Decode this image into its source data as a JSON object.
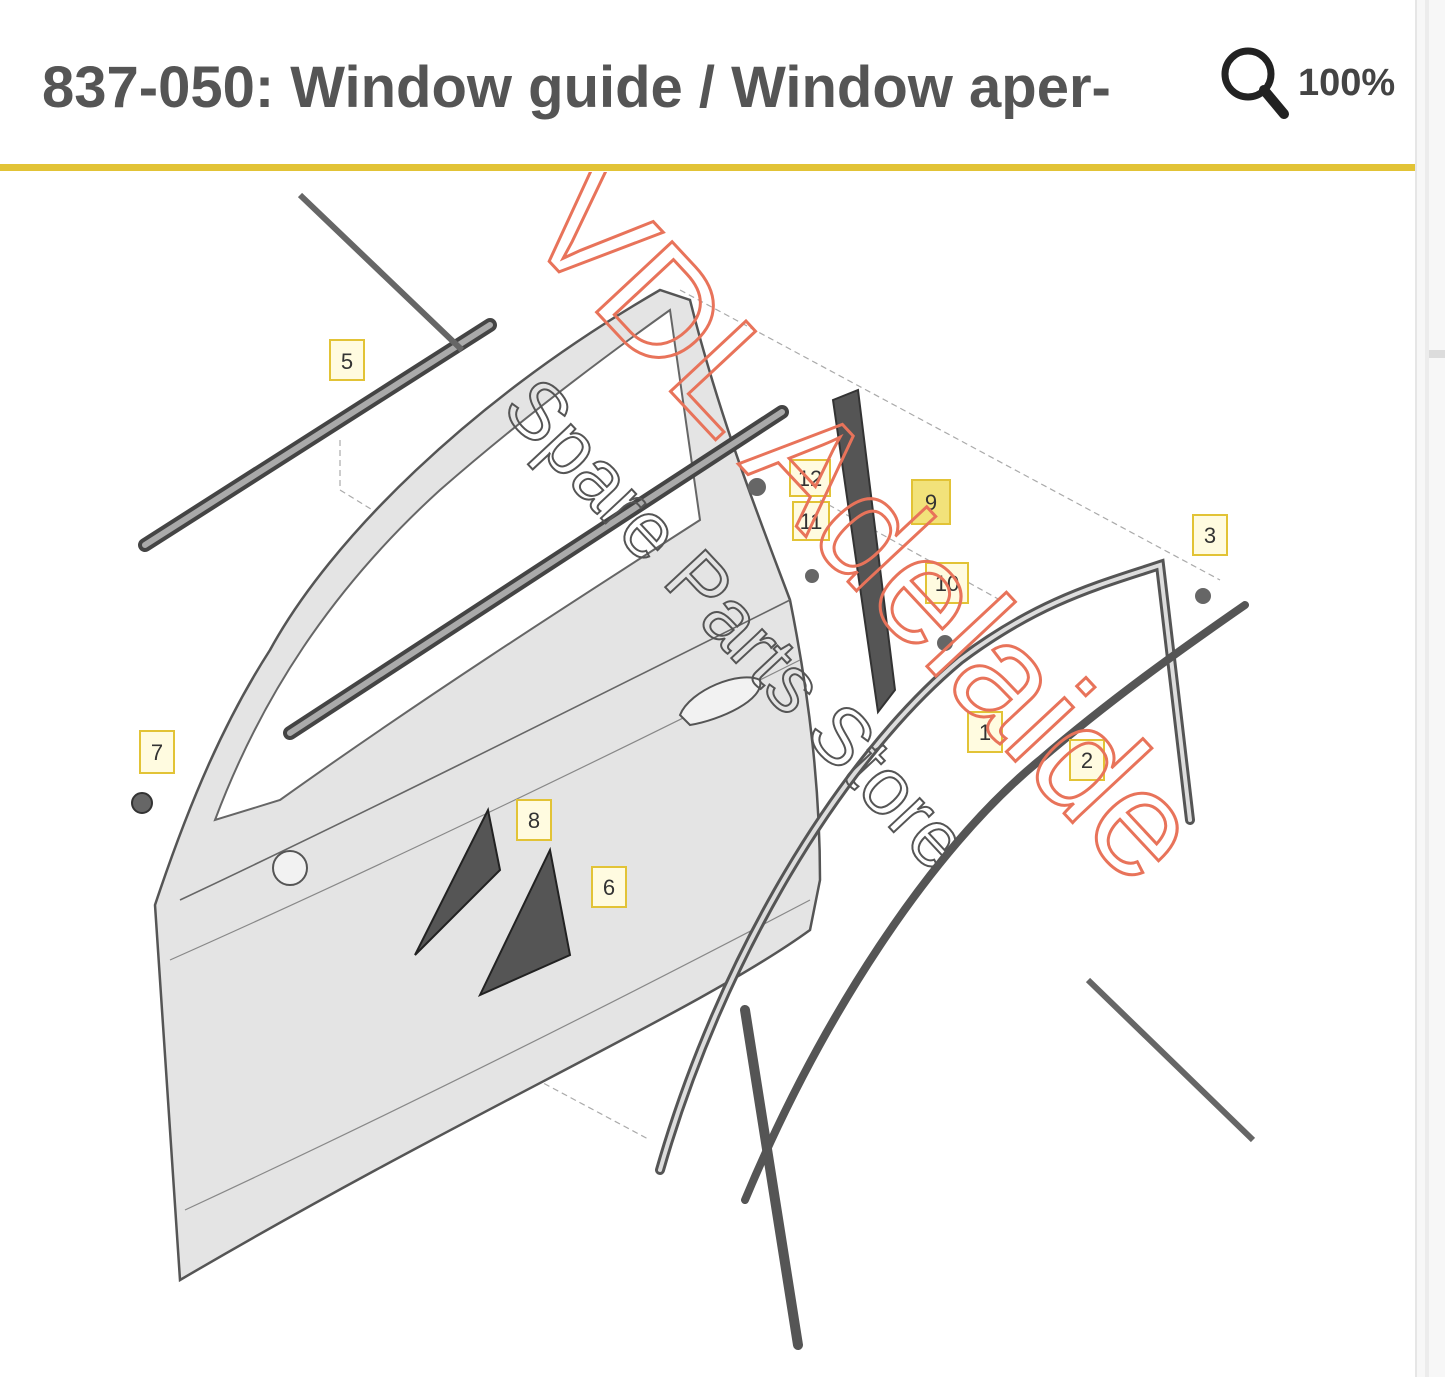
{
  "header": {
    "title": "837-050: Window guide / Window aper-",
    "zoom_label": "100%",
    "zoom_icon": "magnifier-icon",
    "accent_color": "#e2c336"
  },
  "diagram": {
    "callouts": [
      "5",
      "12",
      "9",
      "11",
      "3",
      "10",
      "1",
      "2",
      "7",
      "8",
      "6"
    ]
  },
  "watermark": {
    "line1": "VDL Adelaide",
    "line2": "Spare Parts Store",
    "line1_color": "#e8735a",
    "line2_color": "#555555"
  }
}
